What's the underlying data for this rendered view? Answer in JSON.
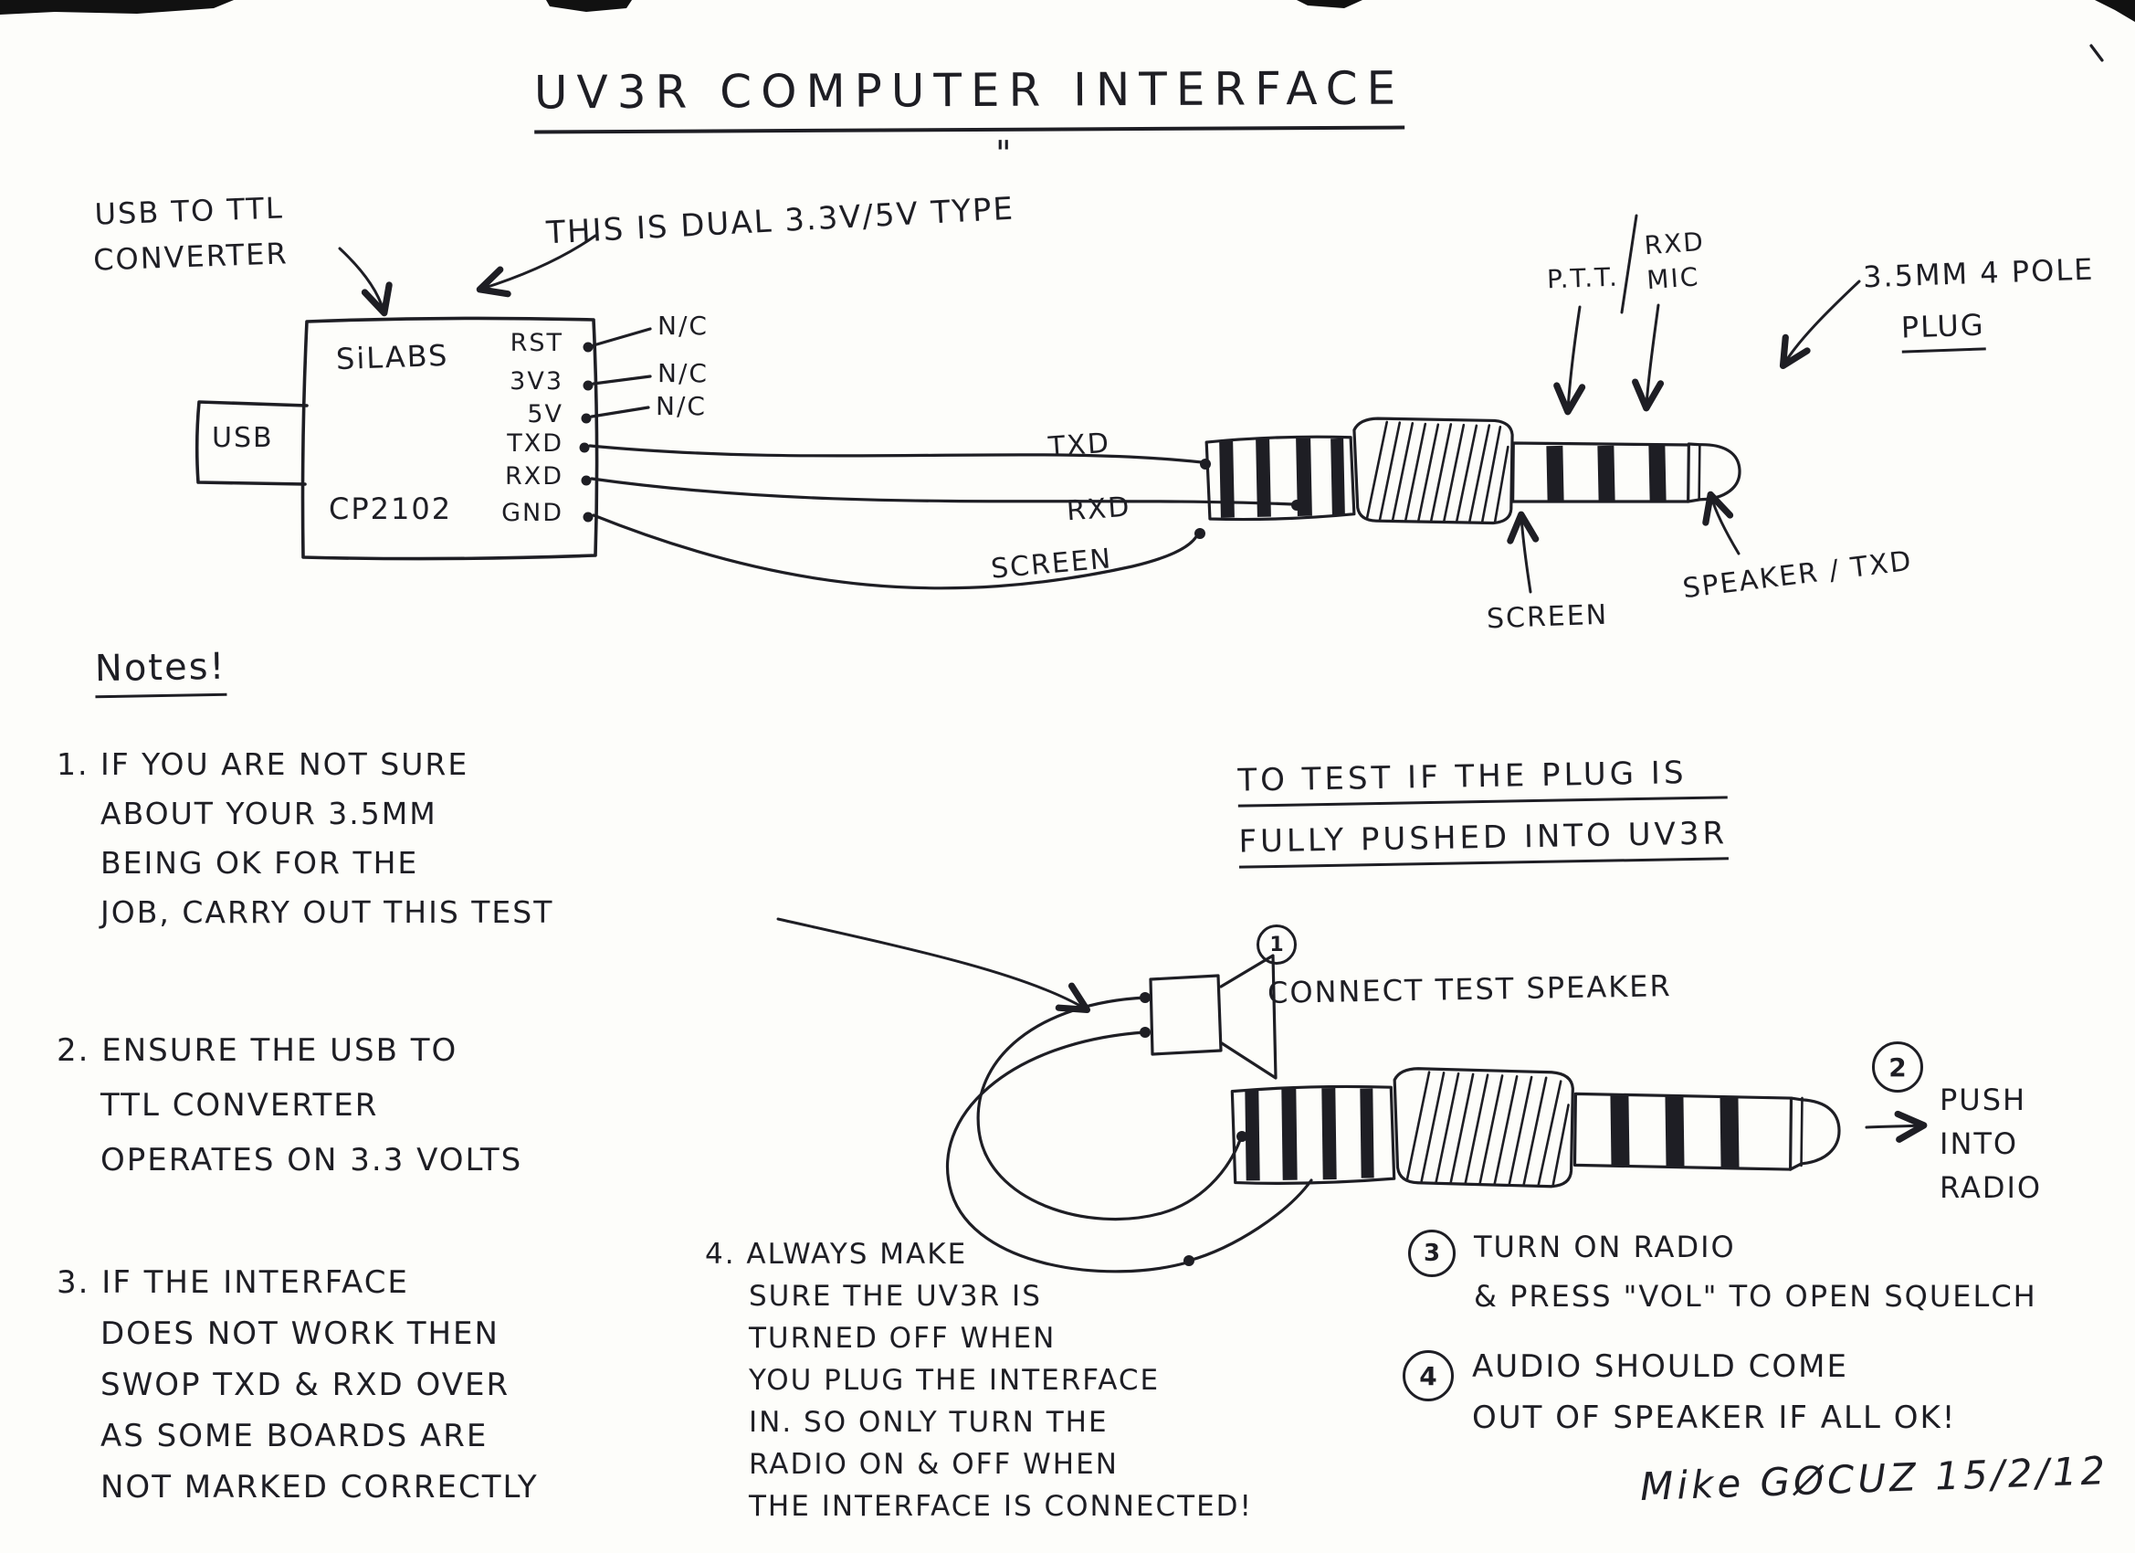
{
  "ink": "#1e1e24",
  "paper": "#fdfdfa",
  "title": "UV3R COMPUTER INTERFACE",
  "title_tick": "\"",
  "converter": {
    "label": "USB TO TTL\nCONVERTER",
    "type_note": "THIS IS DUAL 3.3V/5V TYPE",
    "chip": "SiLABS",
    "part": "CP2102",
    "usb": "USB",
    "pins": [
      "RST",
      "3V3",
      "5V",
      "TXD",
      "RXD",
      "GND"
    ],
    "nc": [
      "N/C",
      "N/C",
      "N/C"
    ]
  },
  "wires": {
    "txd": "TXD",
    "rxd": "RXD",
    "screen": "SCREEN"
  },
  "plug": {
    "ptt": "P.T.T.",
    "rxd_mic": "RXD\nMIC",
    "label_line1": "3.5MM 4 POLE",
    "label_line2": "PLUG",
    "screen": "SCREEN",
    "speaker_txd": "SPEAKER / TXD"
  },
  "notes": {
    "heading": "Notes!",
    "n1": "1. IF YOU ARE NOT SURE\nABOUT YOUR 3.5MM\nBEING OK FOR THE\nJOB, CARRY OUT THIS TEST",
    "n2": "2. ENSURE THE USB TO\nTTL CONVERTER\nOPERATES ON 3.3 VOLTS",
    "n3": "3. IF THE INTERFACE\nDOES NOT WORK THEN\nSWOP TXD & RXD OVER\nAS SOME BOARDS ARE\nNOT MARKED CORRECTLY",
    "n4": "4. ALWAYS MAKE\nSURE THE UV3R IS\nTURNED OFF WHEN\nYOU PLUG THE INTERFACE\nIN. SO ONLY TURN THE\nRADIO ON & OFF WHEN\nTHE INTERFACE IS CONNECTED!"
  },
  "test": {
    "title_line1": "TO TEST IF THE PLUG IS",
    "title_line2": "FULLY PUSHED INTO UV3R",
    "steps": [
      {
        "num": "1",
        "text": "CONNECT TEST SPEAKER"
      },
      {
        "num": "2",
        "text": "PUSH\nINTO\nRADIO"
      },
      {
        "num": "3",
        "text": "TURN ON RADIO\n& PRESS \"VOL\" TO OPEN SQUELCH"
      },
      {
        "num": "4",
        "text": "AUDIO SHOULD COME\nOUT OF SPEAKER IF ALL OK!"
      }
    ]
  },
  "signature": "Mike GØCUZ 15/2/12"
}
